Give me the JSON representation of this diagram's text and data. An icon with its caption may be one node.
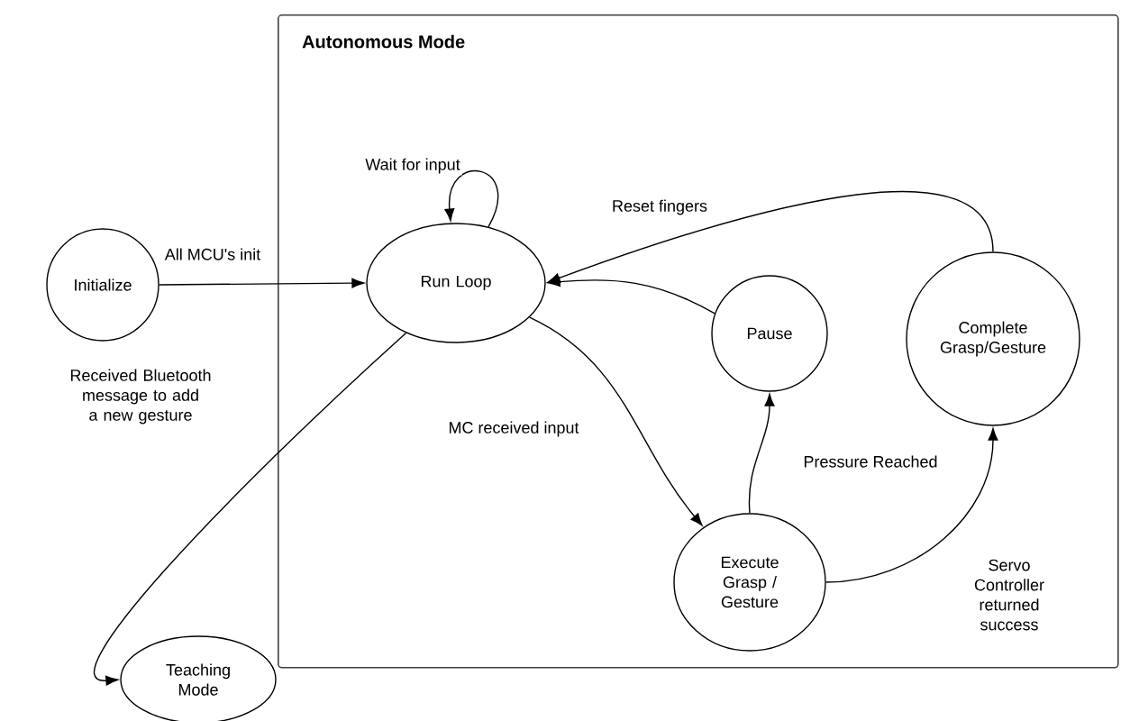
{
  "diagram": {
    "nodes": [
      {
        "text": [
          "Autonomous Mode"
        ]
      },
      {
        "text": [
          "Initialize"
        ]
      },
      {
        "text": [
          "Run Loop"
        ],
        "in": 0
      },
      {
        "text": [
          "Pause"
        ],
        "in": 0
      },
      {
        "text": [
          "Complete Grasp/Gesture"
        ],
        "in": 0
      },
      {
        "text": [
          "Execute Grasp / Gesture"
        ],
        "in": 0
      },
      {
        "text": [
          "Teaching Mode"
        ]
      }
    ],
    "edges": [
      {
        "from": 1,
        "to": 2,
        "arrow": "to",
        "label": "All MCU's init"
      },
      {
        "from": 2,
        "to": 2,
        "arrow": "to",
        "label": "Wait for input"
      },
      {
        "from": 4,
        "to": 2,
        "arrow": "to",
        "label": "Reset fingers"
      },
      {
        "from": 3,
        "to": 2,
        "arrow": "to"
      },
      {
        "from": 2,
        "to": 5,
        "arrow": "to",
        "label": "MC received input"
      },
      {
        "from": 5,
        "to": 3,
        "arrow": "to",
        "label": "Pressure Reached"
      },
      {
        "from": 5,
        "to": 4,
        "arrow": "to",
        "label": "Servo Controller returned success"
      },
      {
        "from": 2,
        "to": 6,
        "arrow": "to",
        "label": "Received Bluetooth message to add a new gesture"
      }
    ]
  }
}
